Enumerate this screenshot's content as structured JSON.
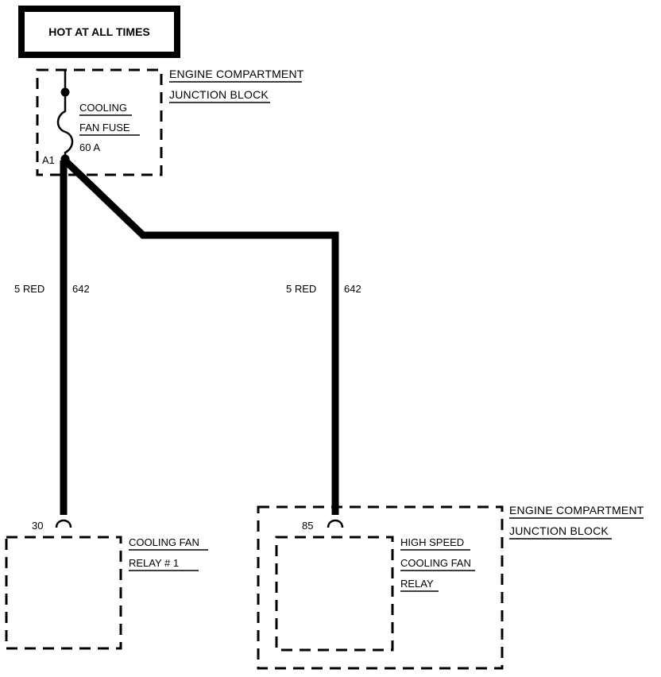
{
  "power_box": {
    "text": "HOT AT ALL TIMES"
  },
  "top_junction": {
    "line1": "ENGINE COMPARTMENT",
    "line2": "JUNCTION BLOCK"
  },
  "fuse": {
    "line1": "COOLING",
    "line2": "FAN FUSE",
    "rating": "60 A",
    "pin": "A1"
  },
  "wire_left": {
    "gauge_color": "5 RED",
    "circuit": "642"
  },
  "wire_right": {
    "gauge_color": "5 RED",
    "circuit": "642"
  },
  "relay1": {
    "pin": "30",
    "line1": "COOLING FAN",
    "line2": "RELAY # 1"
  },
  "relay2": {
    "pin": "85",
    "line1": "HIGH SPEED",
    "line2": "COOLING FAN",
    "line3": "RELAY"
  },
  "bottom_junction": {
    "line1": "ENGINE COMPARTMENT",
    "line2": "JUNCTION BLOCK"
  }
}
